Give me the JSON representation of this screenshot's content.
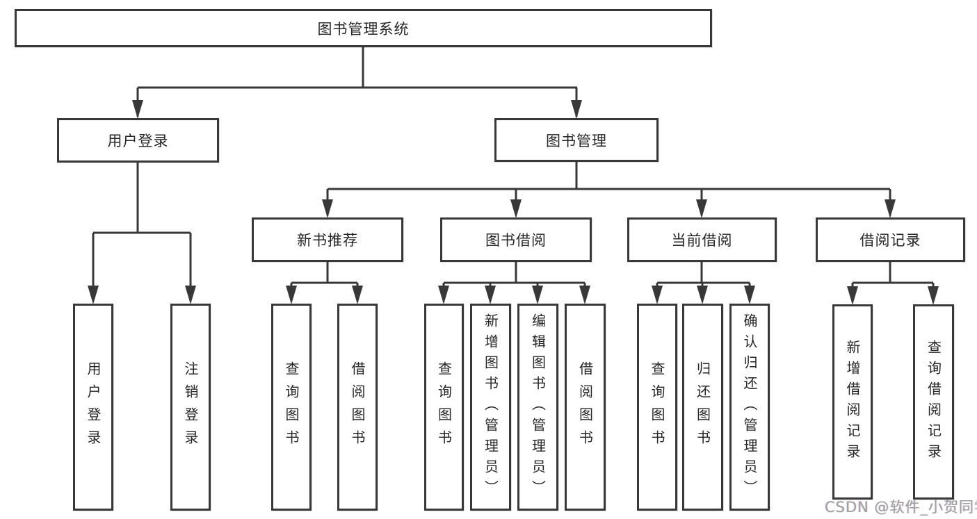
{
  "tree": {
    "label": "图书管理系统",
    "children": [
      {
        "label": "用户登录",
        "children": [
          {
            "label": "用户登录"
          },
          {
            "label": "注销登录"
          }
        ]
      },
      {
        "label": "图书管理",
        "children": [
          {
            "label": "新书推荐",
            "children": [
              {
                "label": "查询图书"
              },
              {
                "label": "借阅图书"
              }
            ]
          },
          {
            "label": "图书借阅",
            "children": [
              {
                "label": "查询图书"
              },
              {
                "label": "新增图书（管理员）"
              },
              {
                "label": "编辑图书（管理员）"
              },
              {
                "label": "借阅图书"
              }
            ]
          },
          {
            "label": "当前借阅",
            "children": [
              {
                "label": "查询图书"
              },
              {
                "label": "归还图书"
              },
              {
                "label": "确认归还（管理员）"
              }
            ]
          },
          {
            "label": "借阅记录",
            "children": [
              {
                "label": "新增借阅记录"
              },
              {
                "label": "查询借阅记录"
              }
            ]
          }
        ]
      }
    ]
  },
  "watermark": {
    "text": "CSDN @软件_小贺同学"
  },
  "colors": {
    "line": "#383838",
    "text": "#262626",
    "watermark": "#9e9e9e",
    "background": "#ffffff"
  }
}
